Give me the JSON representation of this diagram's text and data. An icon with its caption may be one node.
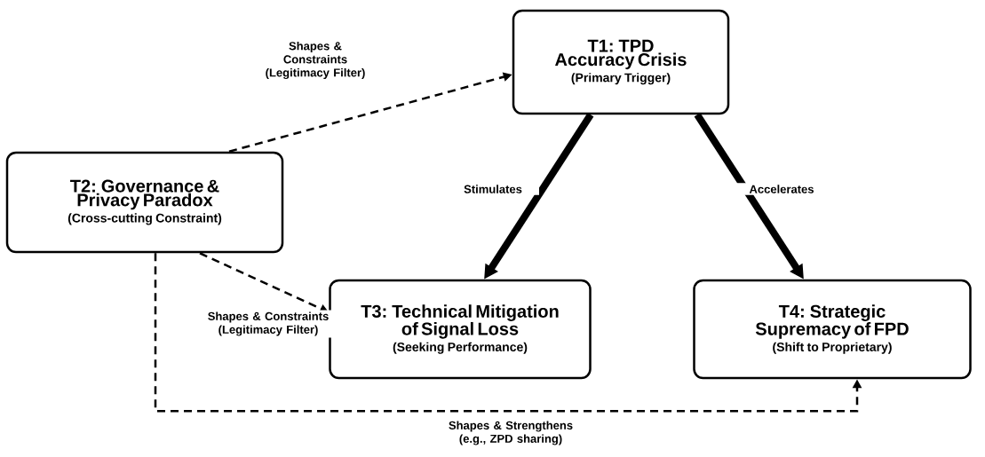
{
  "diagram": {
    "nodes": [
      {
        "text": [
          "T1: TPD Accuracy Crisis",
          "(Primary Trigger)"
        ]
      },
      {
        "text": [
          "T2: Governance & Privacy Paradox",
          "(Cross-cutting Constraint)"
        ]
      },
      {
        "text": [
          "T3: Technical Mitigation of Signal Loss",
          "(Seeking Performance)"
        ]
      },
      {
        "text": [
          "T4: Strategic Supremacy of FPD",
          "(Shift to Proprietary)"
        ]
      }
    ],
    "edges": [
      {
        "from": 1,
        "to": 0,
        "arrow": "to",
        "style": "dashed",
        "label": "Shapes & Constraints (Legitimacy Filter)"
      },
      {
        "from": 0,
        "to": 2,
        "arrow": "to",
        "style": "thick",
        "label": "Stimulates"
      },
      {
        "from": 0,
        "to": 3,
        "arrow": "to",
        "style": "thick",
        "label": "Accelerates"
      },
      {
        "from": 1,
        "to": 2,
        "arrow": "to",
        "style": "dashed",
        "label": "Shapes & Constraints (Legitimacy Filter)"
      },
      {
        "from": 1,
        "to": 3,
        "arrow": "to",
        "style": "dashed",
        "label": "Shapes & Strengthens (e.g., ZPD sharing)"
      }
    ]
  }
}
